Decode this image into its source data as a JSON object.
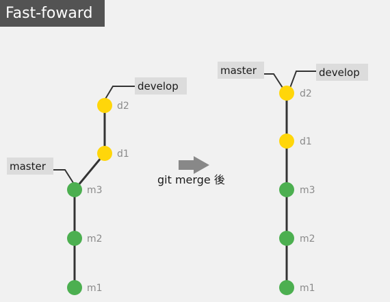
{
  "title": "Fast-foward",
  "caption": "git merge 後",
  "branch_labels": {
    "master": "master",
    "develop": "develop"
  },
  "colors": {
    "main_commit": "#4caf50",
    "branch_commit": "#ffd60a",
    "line": "#333333",
    "label_bg": "#dcdcdc",
    "arrow": "#888888"
  },
  "before": {
    "commits": [
      "m1",
      "m2",
      "m3",
      "d1",
      "d2"
    ]
  },
  "after": {
    "commits": [
      "m1",
      "m2",
      "m3",
      "d1",
      "d2"
    ]
  }
}
